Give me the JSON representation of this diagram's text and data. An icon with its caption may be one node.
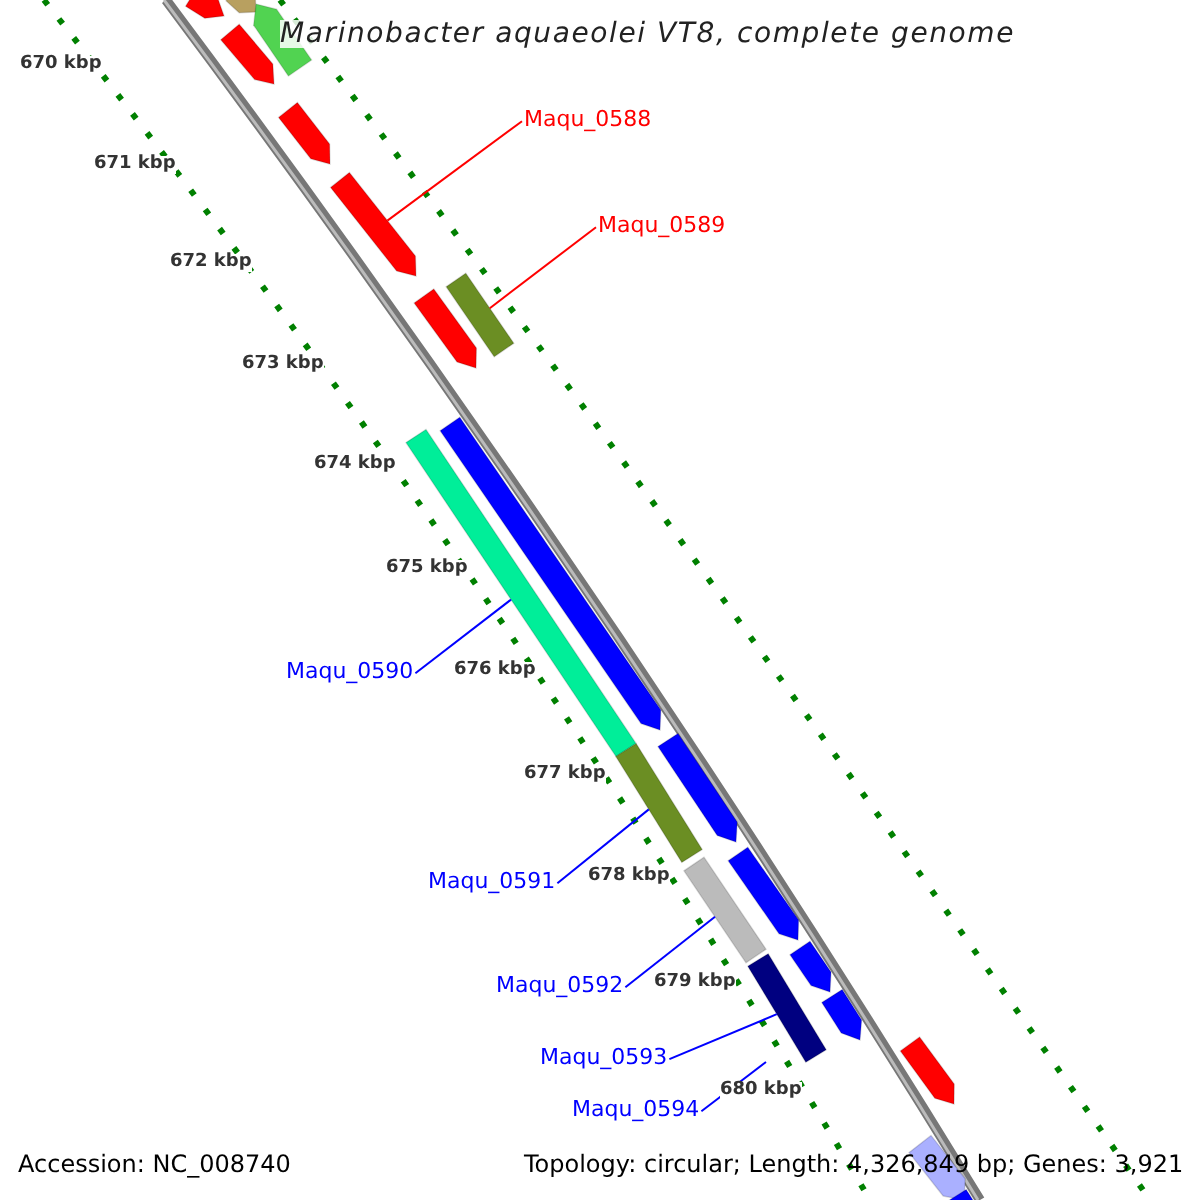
{
  "diagram": {
    "title": "Marinobacter aquaeolei VT8, complete genome",
    "nodes": [
      {
        "text": [
          "Maqu_0588"
        ]
      },
      {
        "text": [],
        "shape": "arrow"
      },
      {
        "text": [
          "Maqu_0589"
        ]
      },
      {
        "text": [],
        "shape": "bar"
      },
      {
        "text": [
          "Maqu_0590"
        ]
      },
      {
        "text": [],
        "shape": "bar"
      },
      {
        "text": [
          "Maqu_0591"
        ]
      },
      {
        "text": [],
        "shape": "bar"
      },
      {
        "text": [
          "Maqu_0592"
        ]
      },
      {
        "text": [],
        "shape": "bar"
      },
      {
        "text": [
          "Maqu_0593"
        ]
      },
      {
        "text": [],
        "shape": "bar"
      },
      {
        "text": [
          "Maqu_0594"
        ]
      }
    ],
    "edges": [
      {
        "from": 0,
        "to": 1,
        "arrow": "none",
        "color": "#ff0000"
      },
      {
        "from": 2,
        "to": 3,
        "arrow": "none",
        "color": "#ff0000"
      },
      {
        "from": 4,
        "to": 5,
        "arrow": "none"
      },
      {
        "from": 6,
        "to": 7,
        "arrow": "none"
      },
      {
        "from": 8,
        "to": 9,
        "arrow": "none"
      },
      {
        "from": 10,
        "to": 11,
        "arrow": "none"
      },
      {
        "from": 12,
        "to": null,
        "arrow": "none"
      }
    ],
    "labels": [
      "670 kbp",
      "671 kbp",
      "672 kbp",
      "673 kbp",
      "674 kbp",
      "675 kbp",
      "676 kbp",
      "677 kbp",
      "678 kbp",
      "679 kbp",
      "680 kbp",
      "Accession: NC_008740",
      "Topology: circular; Length: 4,326,849 bp; Genes: 3,921"
    ]
  }
}
